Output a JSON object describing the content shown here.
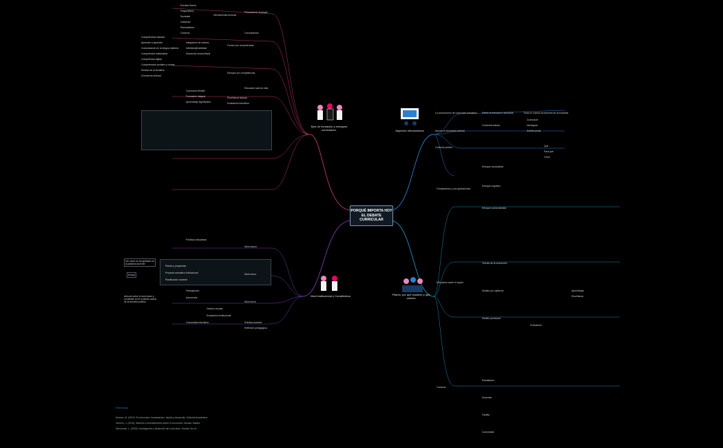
{
  "center": {
    "title": "PORQUÉ IMPORTA HOY EL DEBATE CURRICULAR"
  },
  "branches": {
    "top_left": "Ejes de formación y enfoques curriculares.",
    "top_right": "Aspectos introductorios",
    "bottom_left": "Nivel institucional y Constitutivos",
    "bottom_right": "Pilares: por qué sostiene y qué valores"
  },
  "colors": {
    "top_left": "#c0396b",
    "top_right": "#2f7fd0",
    "bottom_left": "#7a3fb0",
    "bottom_right": "#1f8fb8"
  },
  "nodes_tl": [
    "Escuela Nueva",
    "Pragmatismo",
    "Sociedad",
    "Individual",
    "Racionalismo",
    "Contexto",
    "Herramientas teóricas",
    "Pensamiento ilustrado",
    "Conocimiento",
    "Integración de valores",
    "Interdisciplinariedad",
    "Desarrollo sociocultural",
    "Formar por competencias",
    "Competencias básicas",
    "Aprender a aprender",
    "Comunicación en la lengua materna",
    "Competencia matemática",
    "Competencia digital",
    "Competencias sociales y cívicas",
    "Sentido de la iniciativa",
    "Conciencia cultural",
    "Enfoque por competencias",
    "Educación para la vida",
    "Curriculum flexible",
    "Formación integral",
    "Aprendizaje significativo",
    "Enseñanza situada",
    "Evaluación formativa"
  ],
  "nodes_tr": [
    "La construcción de currículum educativo",
    "Define la educación necesaria",
    "Toma en cuenta los factores de la sociedad",
    "Aborda la diversidad cultural",
    "Contenido básico",
    "Curriculum",
    "Ideologías",
    "Ámbito social",
    "Contexto político",
    "Qué",
    "Para qué",
    "Cómo"
  ],
  "nodes_br": [
    "Fundamentos y sus aplicaciones",
    "Enfoque conductista",
    "Enfoque cognitivo",
    "Enfoque constructivista",
    "Educación sobre el sujeto",
    "Teorías de la instrucción",
    "Modelo por objetivos",
    "Modelo procesual",
    "Evaluación",
    "Aprendizaje",
    "Enseñanza",
    "Contexto",
    "Estudiantes",
    "Docentes",
    "Familia",
    "Comunidad"
  ],
  "nodes_bl": [
    "Nivel macro",
    "Nivel meso",
    "Nivel micro",
    "Políticas educativas",
    "Planes y programas",
    "Proyecto educativo institucional",
    "Planificación docente",
    "Participación",
    "Autonomía",
    "Gestión escolar",
    "Evaluación institucional",
    "Comunidad educativa",
    "Práctica docente",
    "Reflexión pedagógica"
  ],
  "notes_bl": [
    "Ver cómo se ha aplicado en la práctica docente",
    "Enlace",
    "Artículo sobre el currículum y su debate en el contexto actual de la escuela pública"
  ],
  "references": [
    "Referencias",
    "Álvarez, M. (2019). El currículum: fundamentos, diseño y desarrollo. Editorial Académica.",
    "Gimeno, J. (2010). Saberes e incertidumbres sobre el currículum. Morata, Madrid.",
    "Stenhouse, L. (2003). Investigación y desarrollo del currículum. Morata, 5a ed."
  ]
}
